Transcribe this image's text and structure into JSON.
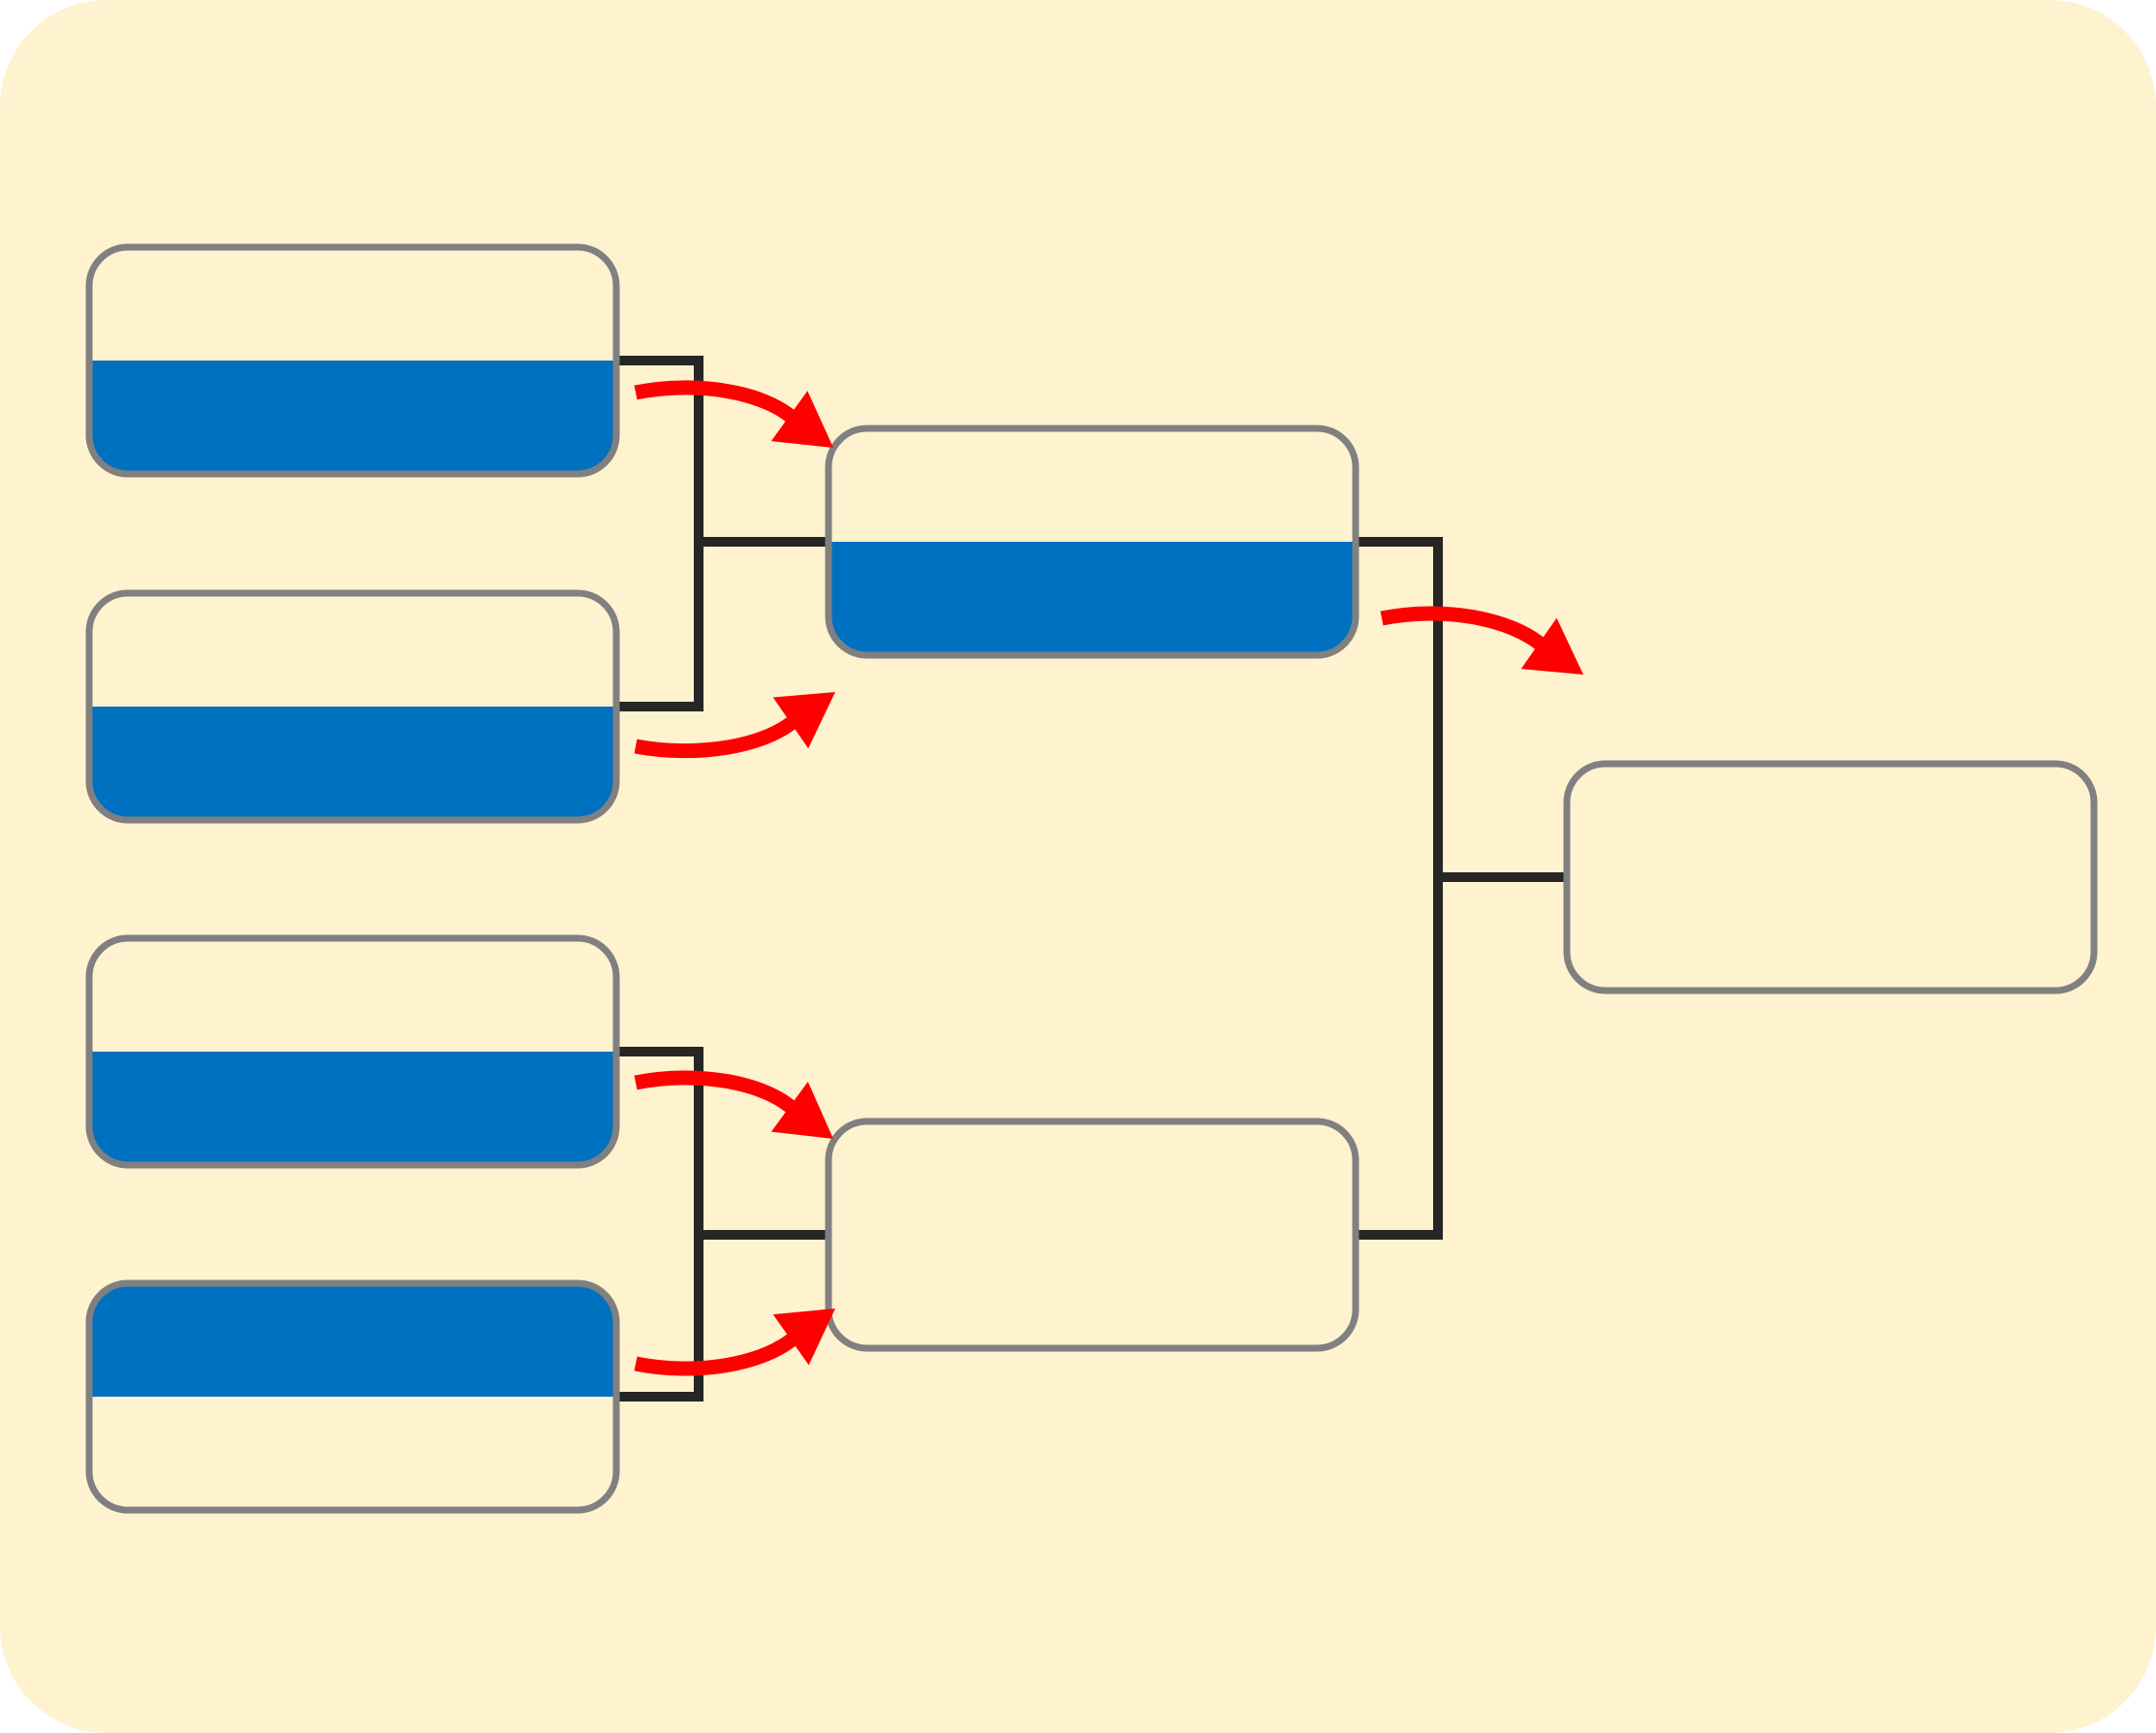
{
  "colors": {
    "background": "#fff2cf",
    "slot_fill": "#fff2cf",
    "slot_border": "#808080",
    "winner_fill": "#0070c0",
    "connector": "#262626",
    "arrow": "#ff0000"
  },
  "bracket": {
    "round_1": [
      {
        "id": "r1-match-1",
        "slots": [
          {
            "filled": false
          },
          {
            "filled": true
          }
        ]
      },
      {
        "id": "r1-match-2",
        "slots": [
          {
            "filled": false
          },
          {
            "filled": true
          }
        ]
      },
      {
        "id": "r1-match-3",
        "slots": [
          {
            "filled": false
          },
          {
            "filled": true
          }
        ]
      },
      {
        "id": "r1-match-4",
        "slots": [
          {
            "filled": true
          },
          {
            "filled": false
          }
        ]
      }
    ],
    "round_2": [
      {
        "id": "r2-match-1",
        "slots": [
          {
            "filled": false
          },
          {
            "filled": true
          }
        ]
      },
      {
        "id": "r2-match-2",
        "slots": [
          {
            "filled": false
          },
          {
            "filled": false
          }
        ]
      }
    ],
    "final": [
      {
        "id": "final-match",
        "slots": [
          {
            "filled": false
          },
          {
            "filled": false
          }
        ]
      }
    ]
  }
}
